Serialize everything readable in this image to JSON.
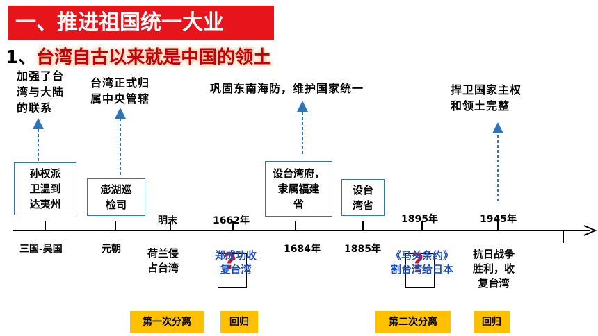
{
  "title": "一、推进祖国统一大业",
  "subtitle": {
    "num": "1、",
    "text": "台湾自古以来就是中国的领土"
  },
  "notes": {
    "n1": [
      "加强了台",
      "湾与大陆",
      "的联系"
    ],
    "n2": [
      "台湾正式归",
      "属中央管辖"
    ],
    "n3": "巩固东南海防，维护国家统一",
    "n4": [
      "捍卫国家主权",
      "和领土完整"
    ]
  },
  "boxes": {
    "b1": [
      "孙权派",
      "卫温到",
      "达夷州"
    ],
    "b2": [
      "澎湖巡",
      "检司"
    ],
    "b3": [
      "设台湾府，",
      "隶属福建",
      "省"
    ],
    "b4": [
      "设台",
      "湾省"
    ]
  },
  "above_labels": {
    "l1": "明末",
    "l2": "1662年",
    "l3": "1895年",
    "l4": "1945年"
  },
  "below_labels": {
    "l1": "三国-吴国",
    "l2": "元朝",
    "l3": "1684年",
    "l4": "1885年"
  },
  "below_blocks": {
    "dutch": [
      "荷兰侵",
      "占台湾"
    ],
    "victory": [
      "抗日战争",
      "胜利，收",
      "复台湾"
    ]
  },
  "blue_texts": {
    "zheng": [
      "郑成功收",
      "复台湾"
    ],
    "treaty": [
      "《马关条约》",
      "割台湾给日本"
    ]
  },
  "question_mark": "?",
  "tags": {
    "t1": "第一次分离",
    "t2": "回归",
    "t3": "第二次分离",
    "t4": "回归"
  },
  "colors": {
    "banner": "#e8141b",
    "arrow": "#2e75b6",
    "tag": "#ffc000",
    "blue_text": "#1f4fbf"
  }
}
